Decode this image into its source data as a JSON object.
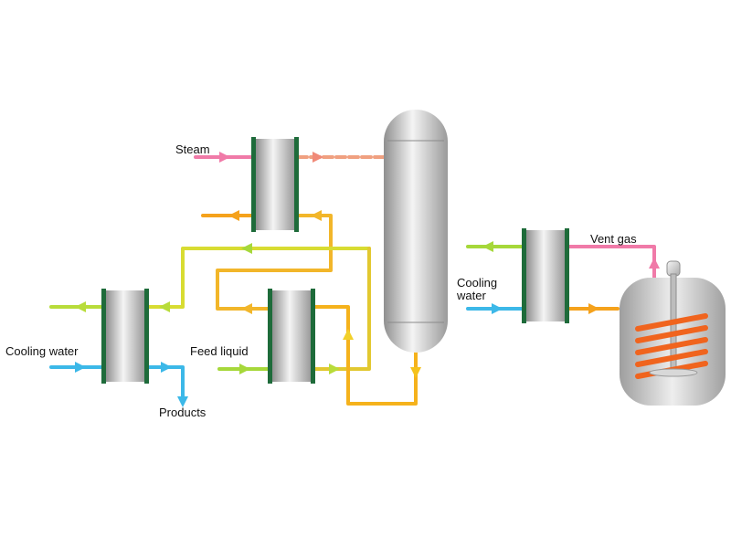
{
  "labels": {
    "steam": "Steam",
    "cooling_water_left": "Cooling water",
    "feed_liquid": "Feed liquid",
    "products": "Products",
    "vent_gas": "Vent gas",
    "cooling_water_right_line1": "Cooling",
    "cooling_water_right_line2": "water"
  },
  "colors": {
    "steam": "#f07aa8",
    "hot": "#f5a21c",
    "warm": "#f2d02a",
    "cool": "#a6d83a",
    "cold": "#3cb8e8",
    "plate": "#1e6b3a",
    "coil": "#f0641e"
  },
  "icons": {
    "arrow": "triangle-arrow-icon",
    "column": "distillation-column-icon",
    "exchanger": "plate-heat-exchanger-icon",
    "tank": "stirred-tank-icon"
  }
}
